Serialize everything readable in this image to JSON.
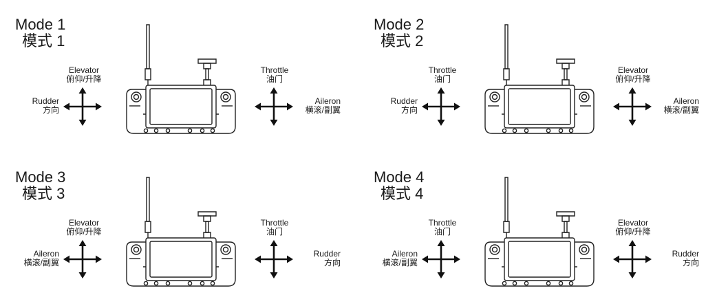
{
  "panels": [
    {
      "title_en": "Mode 1",
      "title_cn": "模式 1",
      "left_stick": {
        "vertical_en": "Elevator",
        "vertical_cn": "俯仰/升降",
        "horizontal_en": "Rudder",
        "horizontal_cn": "方向"
      },
      "right_stick": {
        "vertical_en": "Throttle",
        "vertical_cn": "油门",
        "horizontal_en": "Aileron",
        "horizontal_cn": "横滚/副翼"
      }
    },
    {
      "title_en": "Mode 2",
      "title_cn": "模式 2",
      "left_stick": {
        "vertical_en": "Throttle",
        "vertical_cn": "油门",
        "horizontal_en": "Rudder",
        "horizontal_cn": "方向"
      },
      "right_stick": {
        "vertical_en": "Elevator",
        "vertical_cn": "俯仰/升降",
        "horizontal_en": "Aileron",
        "horizontal_cn": "横滚/副翼"
      }
    },
    {
      "title_en": "Mode 3",
      "title_cn": "模式 3",
      "left_stick": {
        "vertical_en": "Elevator",
        "vertical_cn": "俯仰/升降",
        "horizontal_en": "Aileron",
        "horizontal_cn": "横滚/副翼"
      },
      "right_stick": {
        "vertical_en": "Throttle",
        "vertical_cn": "油门",
        "horizontal_en": "Rudder",
        "horizontal_cn": "方向"
      }
    },
    {
      "title_en": "Mode 4",
      "title_cn": "模式 4",
      "left_stick": {
        "vertical_en": "Throttle",
        "vertical_cn": "油门",
        "horizontal_en": "Aileron",
        "horizontal_cn": "横滚/副翼"
      },
      "right_stick": {
        "vertical_en": "Elevator",
        "vertical_cn": "俯仰/升降",
        "horizontal_en": "Rudder",
        "horizontal_cn": "方向"
      }
    }
  ]
}
